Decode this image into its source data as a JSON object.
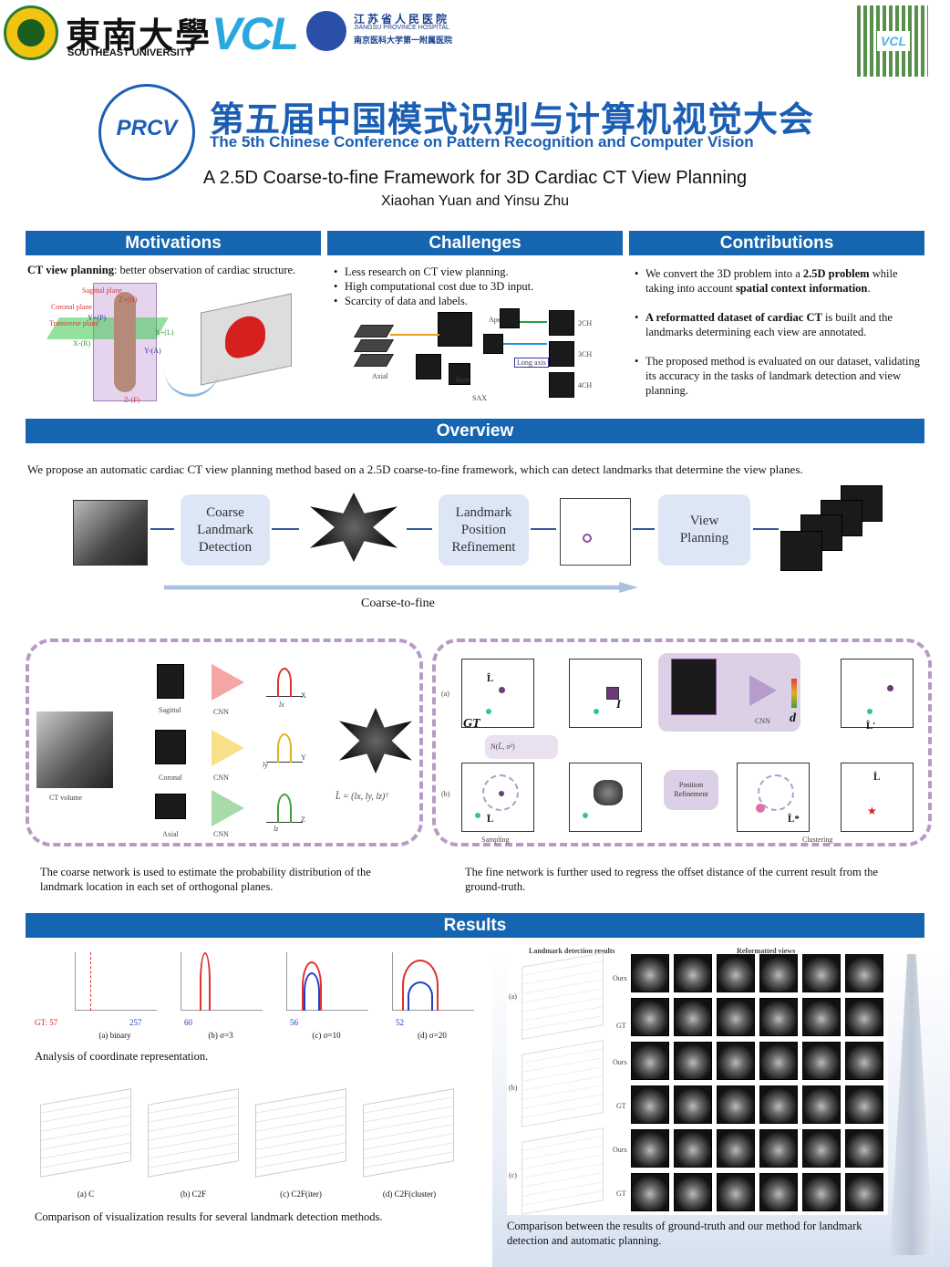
{
  "header": {
    "university_name_cn": "東南大學",
    "university_name_en": "SOUTHEAST UNIVERSITY",
    "lab_logo": "VCL",
    "hospital_name_cn": "江苏省人民医院",
    "hospital_name_en": "JIANGSU PROVINCE HOSPITAL",
    "hospital_subtitle_cn": "南京医科大学第一附属医院",
    "conference_logo": "PRCV",
    "conference_title_cn": "第五届中国模式识别与计算机视觉大会",
    "conference_title_en": "The 5th Chinese Conference on Pattern Recognition and Computer Vision",
    "paper_title": "A 2.5D Coarse-to-fine Framework for 3D Cardiac CT View Planning",
    "authors": "Xiaohan Yuan and Yinsu Zhu"
  },
  "motivations": {
    "heading": "Motivations",
    "text_bold": "CT view planning",
    "text_rest": ": better observation of cardiac structure.",
    "figure_labels": [
      "Sagittal plane",
      "Coronal plane",
      "Transverse plane",
      "Z+(H)",
      "Y+(P)",
      "X+(L)",
      "X-(R)",
      "Y-(A)",
      "Z-(F)"
    ]
  },
  "challenges": {
    "heading": "Challenges",
    "items": [
      "Less research on CT view planning.",
      "High computational cost due to 3D input.",
      "Scarcity of data and labels."
    ],
    "figure_labels": [
      "Axial",
      "Apex",
      "Base",
      "Long axis",
      "SAX",
      "2CH",
      "3CH",
      "4CH"
    ]
  },
  "contributions": {
    "heading": "Contributions",
    "items": [
      {
        "pre": "We convert the 3D problem into a ",
        "bold1": "2.5D problem",
        "mid": " while taking into account ",
        "bold2": "spatial context information",
        "post": "."
      },
      {
        "pre": "",
        "bold1": "A reformatted dataset of cardiac CT",
        "mid": " is built and the landmarks determining each view are annotated.",
        "bold2": "",
        "post": ""
      },
      {
        "pre": "The proposed method is evaluated on our dataset, validating its accuracy in the tasks of landmark detection and view planning.",
        "bold1": "",
        "mid": "",
        "bold2": "",
        "post": ""
      }
    ]
  },
  "overview": {
    "heading": "Overview",
    "intro": "We propose an automatic cardiac CT view planning method based on a 2.5D coarse-to-fine framework, which can detect landmarks that determine the view planes.",
    "box1": "Coarse Landmark Detection",
    "box2": "Landmark Position Refinement",
    "box3": "View Planning",
    "arrow_label": "Coarse-to-fine",
    "coarse_labels": {
      "volume": "CT volume",
      "sagittal": "Sagittal",
      "coronal": "Coronal",
      "axial": "Axial",
      "cnn": "CNN",
      "lx": "lx",
      "ly": "ly",
      "lz": "lz",
      "x": "X",
      "y": "Y",
      "z": "Z",
      "formula": "L̂ = (lx, ly, lz)ᵀ"
    },
    "fine_labels": {
      "a": "(a)",
      "b": "(b)",
      "gt": "GT",
      "l_hat": "L̂",
      "i": "I",
      "cnn": "CNN",
      "d": "d",
      "l_prime": "L̂′",
      "normal": "N(L̂, σ²)",
      "sampling": "Sampling",
      "refine": "Position Refinement",
      "clustering": "Clustering",
      "l_star": "L̂*",
      "l_bar": "L̄"
    },
    "coarse_caption": "The coarse network is used to estimate the probability distribution of the landmark location in each set of orthogonal planes.",
    "fine_caption": "The fine network is further used to regress the offset distance of the current result from the ground-truth."
  },
  "results": {
    "heading": "Results",
    "coord_plots": [
      {
        "caption": "(a) binary",
        "gt": "GT: 57",
        "val": "257"
      },
      {
        "caption": "(b) σ=3",
        "val": "60"
      },
      {
        "caption": "(c) σ=10",
        "val": "56"
      },
      {
        "caption": "(d) σ=20",
        "val": "52"
      }
    ],
    "coord_caption": "Analysis of coordinate representation.",
    "viz_plots": [
      "(a) C",
      "(b) C2F",
      "(c) C2F(iter)",
      "(d) C2F(cluster)"
    ],
    "viz_caption": "Comparison of visualization results for several landmark detection methods.",
    "right_header_left": "Landmark detection results",
    "right_header_right": "Reformatted views",
    "row_groups": [
      "(a)",
      "(b)",
      "(c)"
    ],
    "row_labels": [
      "Ours",
      "GT"
    ],
    "right_caption": "Comparison between the results of ground-truth and our method for landmark detection and automatic planning."
  },
  "colors": {
    "bar_blue": "#1565b0",
    "title_blue": "#1b5fb4",
    "dash_purple": "#b79ac6",
    "box_blue": "#dde6f5"
  }
}
